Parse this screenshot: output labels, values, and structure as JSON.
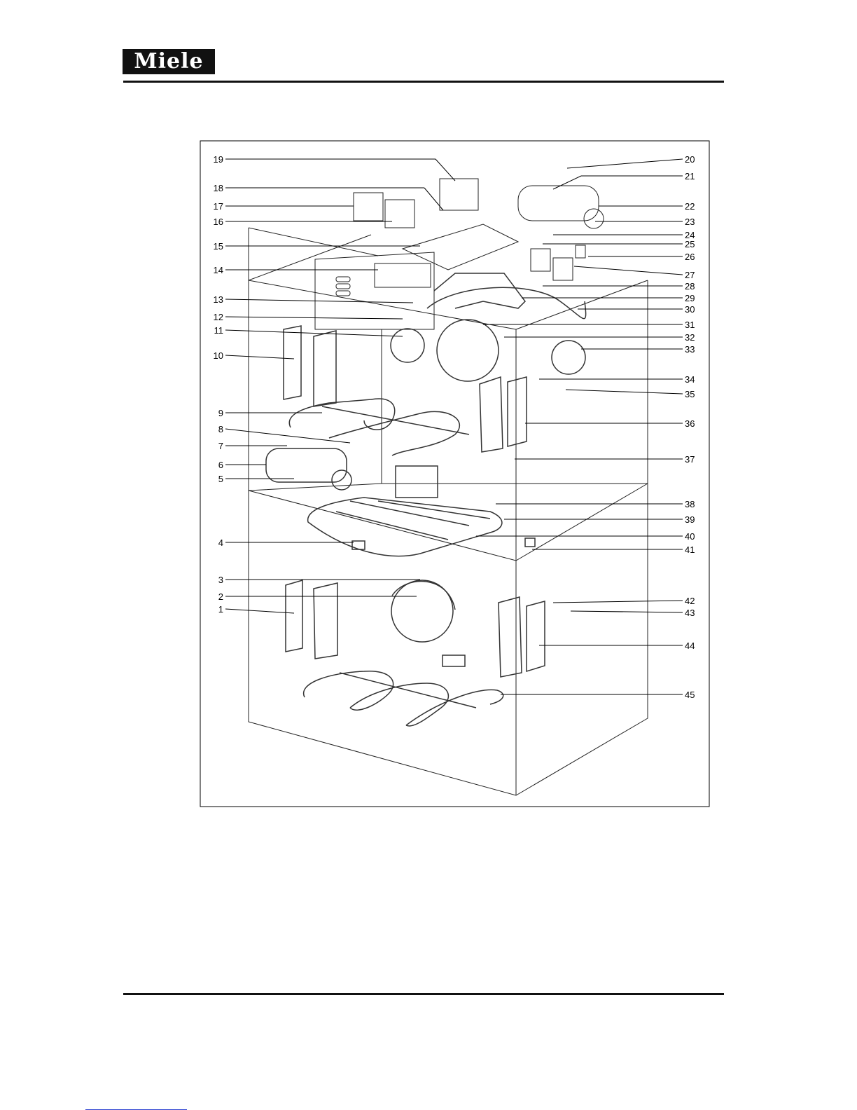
{
  "brand": {
    "name": "Miele"
  },
  "diagram": {
    "labels_left": [
      "19",
      "18",
      "17",
      "16",
      "15",
      "14",
      "13",
      "12",
      "11",
      "10",
      "9",
      "8",
      "7",
      "6",
      "5",
      "4",
      "3",
      "2",
      "1"
    ],
    "labels_right": [
      "20",
      "21",
      "22",
      "23",
      "24",
      "25",
      "26",
      "27",
      "28",
      "29",
      "30",
      "31",
      "32",
      "33",
      "34",
      "35",
      "36",
      "37",
      "38",
      "39",
      "40",
      "41",
      "42",
      "43",
      "44",
      "45"
    ]
  }
}
